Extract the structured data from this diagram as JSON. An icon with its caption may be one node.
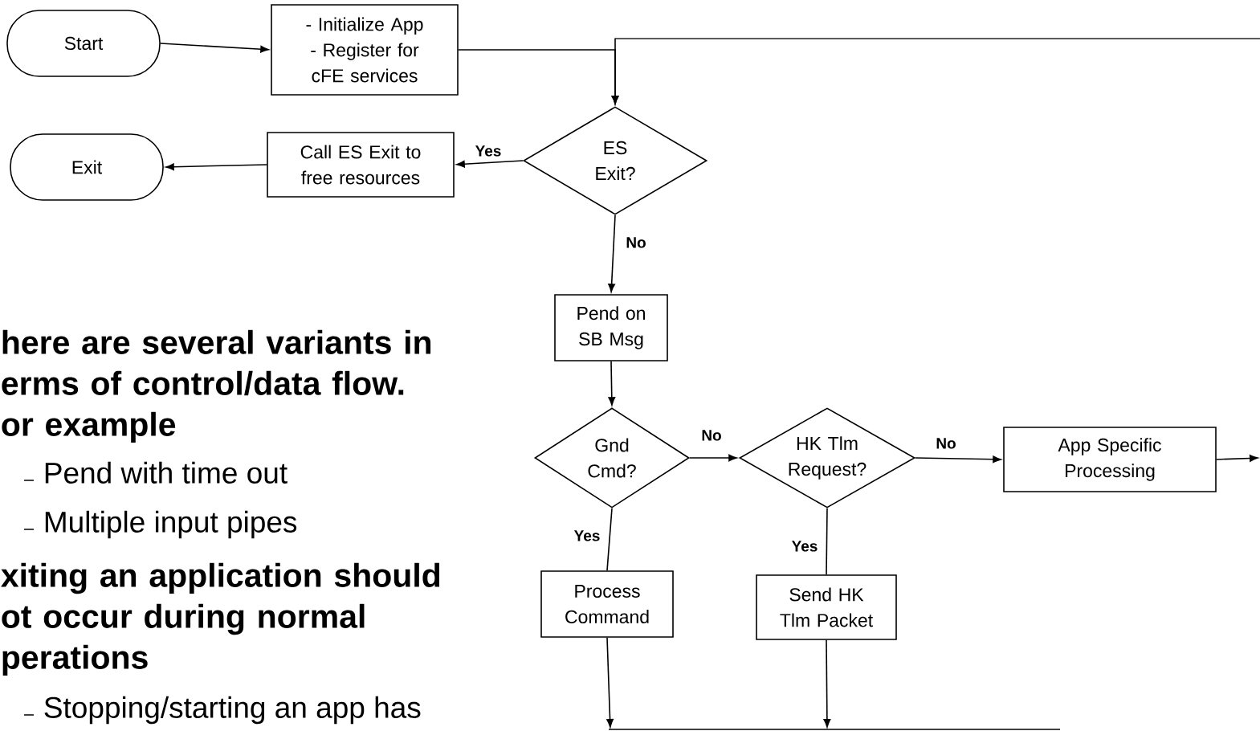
{
  "diagram": {
    "nodes": [
      {
        "text": [
          "Start"
        ]
      },
      {
        "text": [
          "- Initialize App - Register for cFE services"
        ]
      },
      {
        "text": [
          "ES Exit?"
        ]
      },
      {
        "text": [
          "Call ES Exit to free resources"
        ]
      },
      {
        "text": [
          "Exit"
        ]
      },
      {
        "text": [
          "Pend on SB Msg"
        ]
      },
      {
        "text": [
          "Gnd Cmd?"
        ]
      },
      {
        "text": [
          "HK Tlm Request?"
        ]
      },
      {
        "text": [
          "App Specific Processing"
        ]
      },
      {
        "text": [
          "Process Command"
        ]
      },
      {
        "text": [
          "Send HK Tlm Packet"
        ]
      }
    ],
    "edges": [
      {
        "from": 0,
        "to": 1,
        "arrow": "to"
      },
      {
        "from": 1,
        "to": 2,
        "arrow": "to"
      },
      {
        "from": null,
        "to": 2,
        "arrow": "to"
      },
      {
        "from": 2,
        "to": 3,
        "arrow": "to",
        "label": "Yes"
      },
      {
        "from": 3,
        "to": 4,
        "arrow": "to"
      },
      {
        "from": 2,
        "to": 5,
        "arrow": "to",
        "label": "No"
      },
      {
        "from": 5,
        "to": 6,
        "arrow": "to"
      },
      {
        "from": 6,
        "to": 7,
        "arrow": "to",
        "label": "No"
      },
      {
        "from": 7,
        "to": 8,
        "arrow": "to",
        "label": "No"
      },
      {
        "from": 8,
        "to": null,
        "arrow": "to"
      },
      {
        "from": 6,
        "to": 9,
        "arrow": "none",
        "label": "Yes"
      },
      {
        "from": 7,
        "to": 10,
        "arrow": "none",
        "label": "Yes"
      },
      {
        "from": 9,
        "to": null,
        "arrow": "to"
      },
      {
        "from": 10,
        "to": null,
        "arrow": "to"
      }
    ],
    "labels": [
      "here are several variants in erms of control/data flow.",
      "or example",
      "Pend with time out",
      "Multiple input pipes",
      "xiting an application should ot occur during normal perations",
      "Stopping/starting an app has"
    ]
  }
}
